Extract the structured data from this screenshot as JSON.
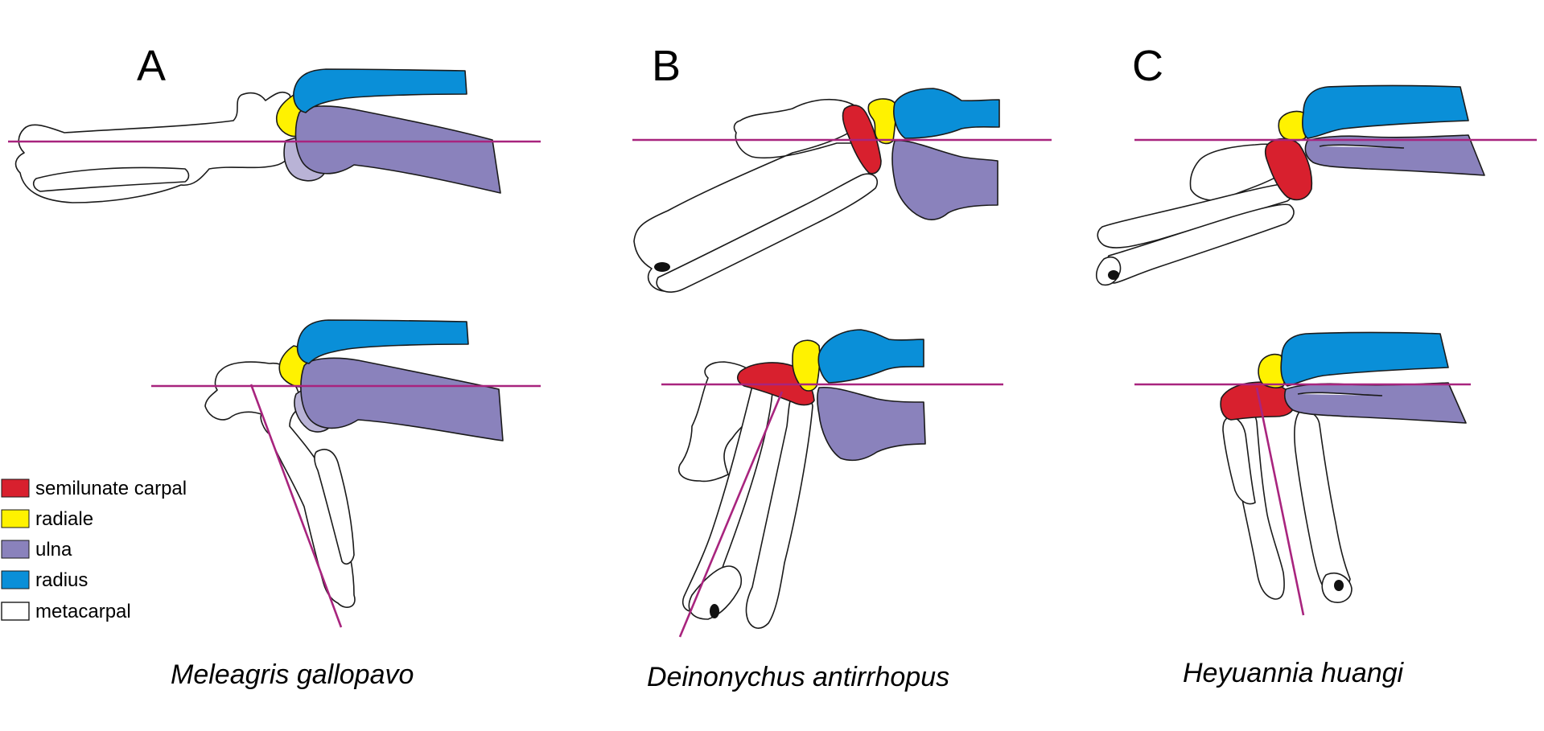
{
  "panels": [
    {
      "letter": "A",
      "species": "Meleagris gallopavo"
    },
    {
      "letter": "B",
      "species": "Deinonychus antirrhopus"
    },
    {
      "letter": "C",
      "species": "Heyuannia huangi"
    }
  ],
  "legend": [
    {
      "label": "semilunate carpal",
      "color": "#d8202e"
    },
    {
      "label": "radiale",
      "color": "#fff200"
    },
    {
      "label": "ulna",
      "color": "#8a82bc"
    },
    {
      "label": "radius",
      "color": "#0a8fd8"
    },
    {
      "label": "metacarpal",
      "color": "#ffffff"
    }
  ],
  "colors": {
    "semilunate": "#d8202e",
    "radiale": "#fff200",
    "ulna": "#8a82bc",
    "ulna_light": "#b9b3d6",
    "radius": "#0a8fd8",
    "axis_line": "#a8247e",
    "outline": "#1a1a1a"
  }
}
